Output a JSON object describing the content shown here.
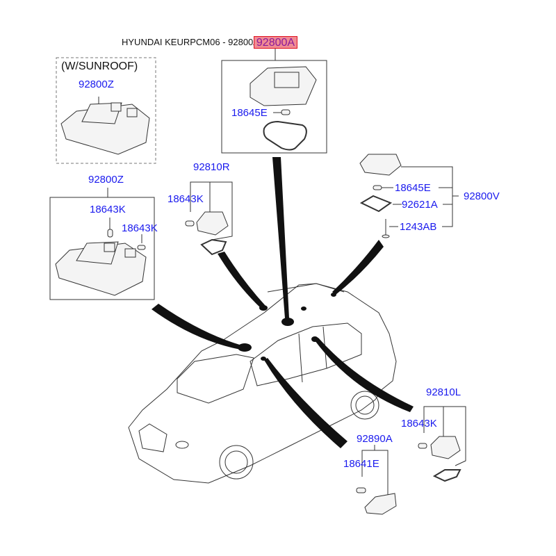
{
  "diagram": {
    "title": "HYUNDAI KEURPCM06 - 92800A",
    "highlighted_part": "92800A",
    "highlight_color": "#f08b93",
    "label_color": "#1a1aee",
    "groups": {
      "sunroof": {
        "note": "(W/SUNROOF)",
        "part": "92800Z"
      },
      "front_lamp_box": {
        "part": "92800Z",
        "bulbs": [
          "18643K",
          "18643K"
        ]
      },
      "main_lamp": {
        "part": "92800A",
        "bulb": "18645E"
      },
      "vanity_right": {
        "part": "92810R",
        "bulb": "18643K"
      },
      "rear_lamp": {
        "part": "92800V",
        "components": [
          "18645E",
          "92621A",
          "1243AB"
        ]
      },
      "vanity_left": {
        "part": "92810L",
        "bulb": "18643K"
      },
      "luggage_lamp": {
        "part": "92890A",
        "bulb": "18641E"
      }
    }
  }
}
